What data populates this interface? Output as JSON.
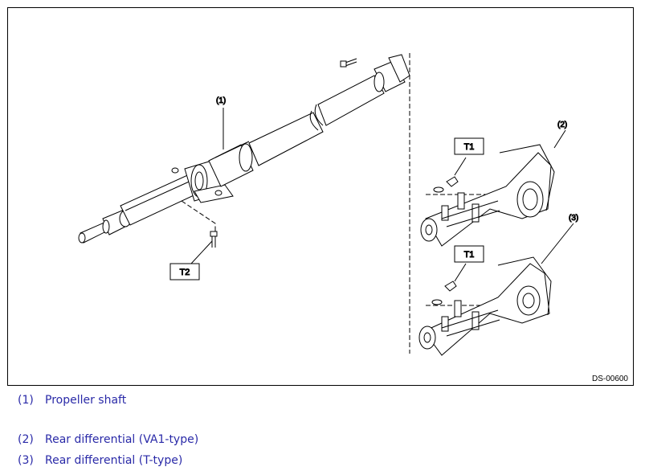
{
  "figure": {
    "code": "DS-00600",
    "callouts": [
      "(1)",
      "(2)",
      "(3)"
    ],
    "torque_labels": [
      "T1",
      "T1",
      "T2"
    ]
  },
  "legend": [
    {
      "num": "(1)",
      "text": "Propeller shaft"
    },
    {
      "num": "(2)",
      "text": "Rear differential (VA1-type)"
    },
    {
      "num": "(3)",
      "text": "Rear differential (T-type)"
    }
  ],
  "colors": {
    "legend_text": "#2a2aa8",
    "line": "#000000"
  }
}
